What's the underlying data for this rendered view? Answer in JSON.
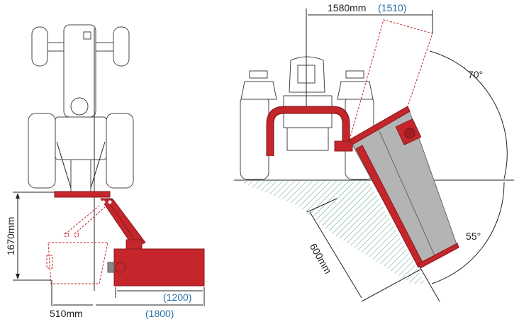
{
  "left_view": {
    "height_label": "1670mm",
    "offset_label": "510mm",
    "width_inner_label": "(1200)",
    "width_outer_label": "(1800)"
  },
  "right_view": {
    "reach_label": "1580mm",
    "reach_alt_label": "(1510)",
    "angle_up_label": "70°",
    "angle_down_label": "55°",
    "cut_depth_label": "600mm"
  },
  "colors": {
    "mower_red": "#c4262b",
    "dimension_blue": "#2a6fa8",
    "hatch_green": "#6fae95"
  }
}
